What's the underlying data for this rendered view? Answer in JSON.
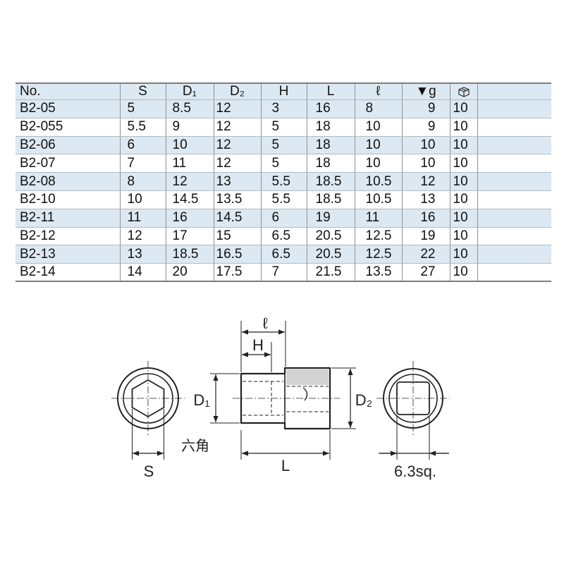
{
  "table": {
    "headers": {
      "no": "No.",
      "s": "S",
      "d1": "D₁",
      "d2": "D₂",
      "h": "H",
      "l": "L",
      "ell": "ℓ",
      "weight": "▼g",
      "qty_icon": "box-icon"
    },
    "rows": [
      {
        "cells": [
          "B2-05",
          "5",
          "8.5",
          "12",
          "3",
          "16",
          "8",
          "9",
          "10"
        ]
      },
      {
        "cells": [
          "B2-055",
          "5.5",
          "9",
          "12",
          "5",
          "18",
          "10",
          "9",
          "10"
        ]
      },
      {
        "cells": [
          "B2-06",
          "6",
          "10",
          "12",
          "5",
          "18",
          "10",
          "10",
          "10"
        ]
      },
      {
        "cells": [
          "B2-07",
          "7",
          "11",
          "12",
          "5",
          "18",
          "10",
          "10",
          "10"
        ]
      },
      {
        "cells": [
          "B2-08",
          "8",
          "12",
          "13",
          "5.5",
          "18.5",
          "10.5",
          "12",
          "10"
        ]
      },
      {
        "cells": [
          "B2-10",
          "10",
          "14.5",
          "13.5",
          "5.5",
          "18.5",
          "10.5",
          "13",
          "10"
        ]
      },
      {
        "cells": [
          "B2-11",
          "11",
          "16",
          "14.5",
          "6",
          "19",
          "11",
          "16",
          "10"
        ]
      },
      {
        "cells": [
          "B2-12",
          "12",
          "17",
          "15",
          "6.5",
          "20.5",
          "12.5",
          "19",
          "10"
        ]
      },
      {
        "cells": [
          "B2-13",
          "13",
          "18.5",
          "16.5",
          "6.5",
          "20.5",
          "12.5",
          "22",
          "10"
        ]
      },
      {
        "cells": [
          "B2-14",
          "14",
          "20",
          "17.5",
          "7",
          "21.5",
          "13.5",
          "27",
          "10"
        ]
      }
    ]
  },
  "diagram": {
    "labels": {
      "ell": "ℓ",
      "h": "H",
      "d1": "D₁",
      "d2": "D₂",
      "s": "S",
      "hex": "六角",
      "l": "L",
      "square_drive": "6.3sq."
    },
    "colors": {
      "line": "#222222",
      "row_shade": "#dde9f2"
    }
  }
}
